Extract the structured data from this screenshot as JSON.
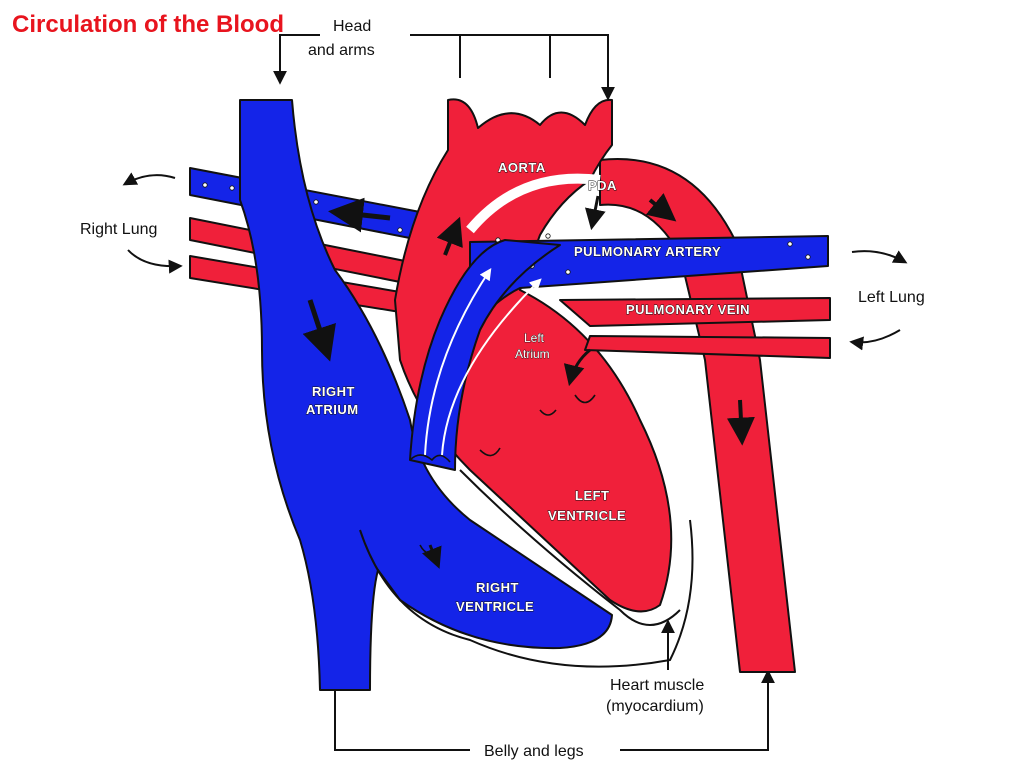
{
  "title": "Circulation of the Blood",
  "labels": {
    "head_arms_1": "Head",
    "head_arms_2": "and arms",
    "right_lung": "Right Lung",
    "left_lung": "Left Lung",
    "aorta": "AORTA",
    "pda": "PDA",
    "pulmonary_artery": "PULMONARY ARTERY",
    "pulmonary_vein": "PULMONARY VEIN",
    "left_atrium_1": "Left",
    "left_atrium_2": "Atrium",
    "right_atrium_1": "RIGHT",
    "right_atrium_2": "ATRIUM",
    "left_ventricle_1": "LEFT",
    "left_ventricle_2": "VENTRICLE",
    "right_ventricle_1": "RIGHT",
    "right_ventricle_2": "VENTRICLE",
    "heart_muscle_1": "Heart muscle",
    "heart_muscle_2": "(myocardium)",
    "belly_legs": "Belly and legs"
  },
  "colors": {
    "oxygenated": "#f0203a",
    "deoxygenated": "#1424e8",
    "title": "#e8141e"
  }
}
